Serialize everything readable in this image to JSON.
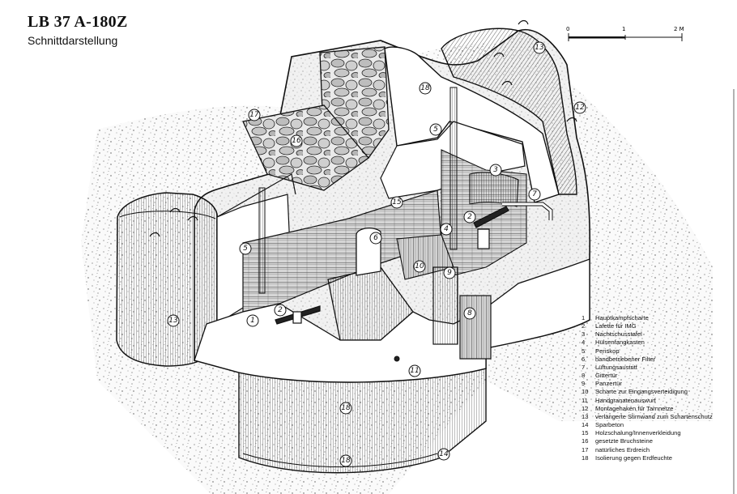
{
  "drawing": {
    "title": "LB 37 A-180Z",
    "subtitle": "Schnittdarstellung",
    "scale": {
      "ticks": [
        "0",
        "1",
        "2 M"
      ]
    },
    "callout_numbers": [
      "1",
      "2",
      "2",
      "3",
      "4",
      "5",
      "5",
      "6",
      "7",
      "8",
      "9",
      "10",
      "11",
      "12",
      "13",
      "13",
      "14",
      "15",
      "16",
      "17",
      "18",
      "18",
      "18"
    ]
  },
  "legend": [
    {
      "num": "1",
      "label": "Hauptkampfscharte"
    },
    {
      "num": "2",
      "label": "Lafette für IMG"
    },
    {
      "num": "3",
      "label": "Nachtschusstafel"
    },
    {
      "num": "4",
      "label": "Hülsenfangkasten"
    },
    {
      "num": "5",
      "label": "Periskop"
    },
    {
      "num": "6",
      "label": "handbetriebener Filter"
    },
    {
      "num": "7",
      "label": "Lüftungsaustritt"
    },
    {
      "num": "8",
      "label": "Gittertür"
    },
    {
      "num": "9",
      "label": "Panzertür"
    },
    {
      "num": "10",
      "label": "Scharte zur Eingangsverteidigung"
    },
    {
      "num": "11",
      "label": "Handgranatenauswurf"
    },
    {
      "num": "12",
      "label": "Montagehaken für Tarnnetze"
    },
    {
      "num": "13",
      "label": "verlängerte Stirnwand zum Schartenschutz"
    },
    {
      "num": "14",
      "label": "Sparbeton"
    },
    {
      "num": "15",
      "label": "Holzschalung/Innenverkleidung"
    },
    {
      "num": "16",
      "label": "gesetzte Bruchsteine"
    },
    {
      "num": "17",
      "label": "natürliches Erdreich"
    },
    {
      "num": "18",
      "label": "Isolierung gegen Erdfeuchte"
    }
  ]
}
